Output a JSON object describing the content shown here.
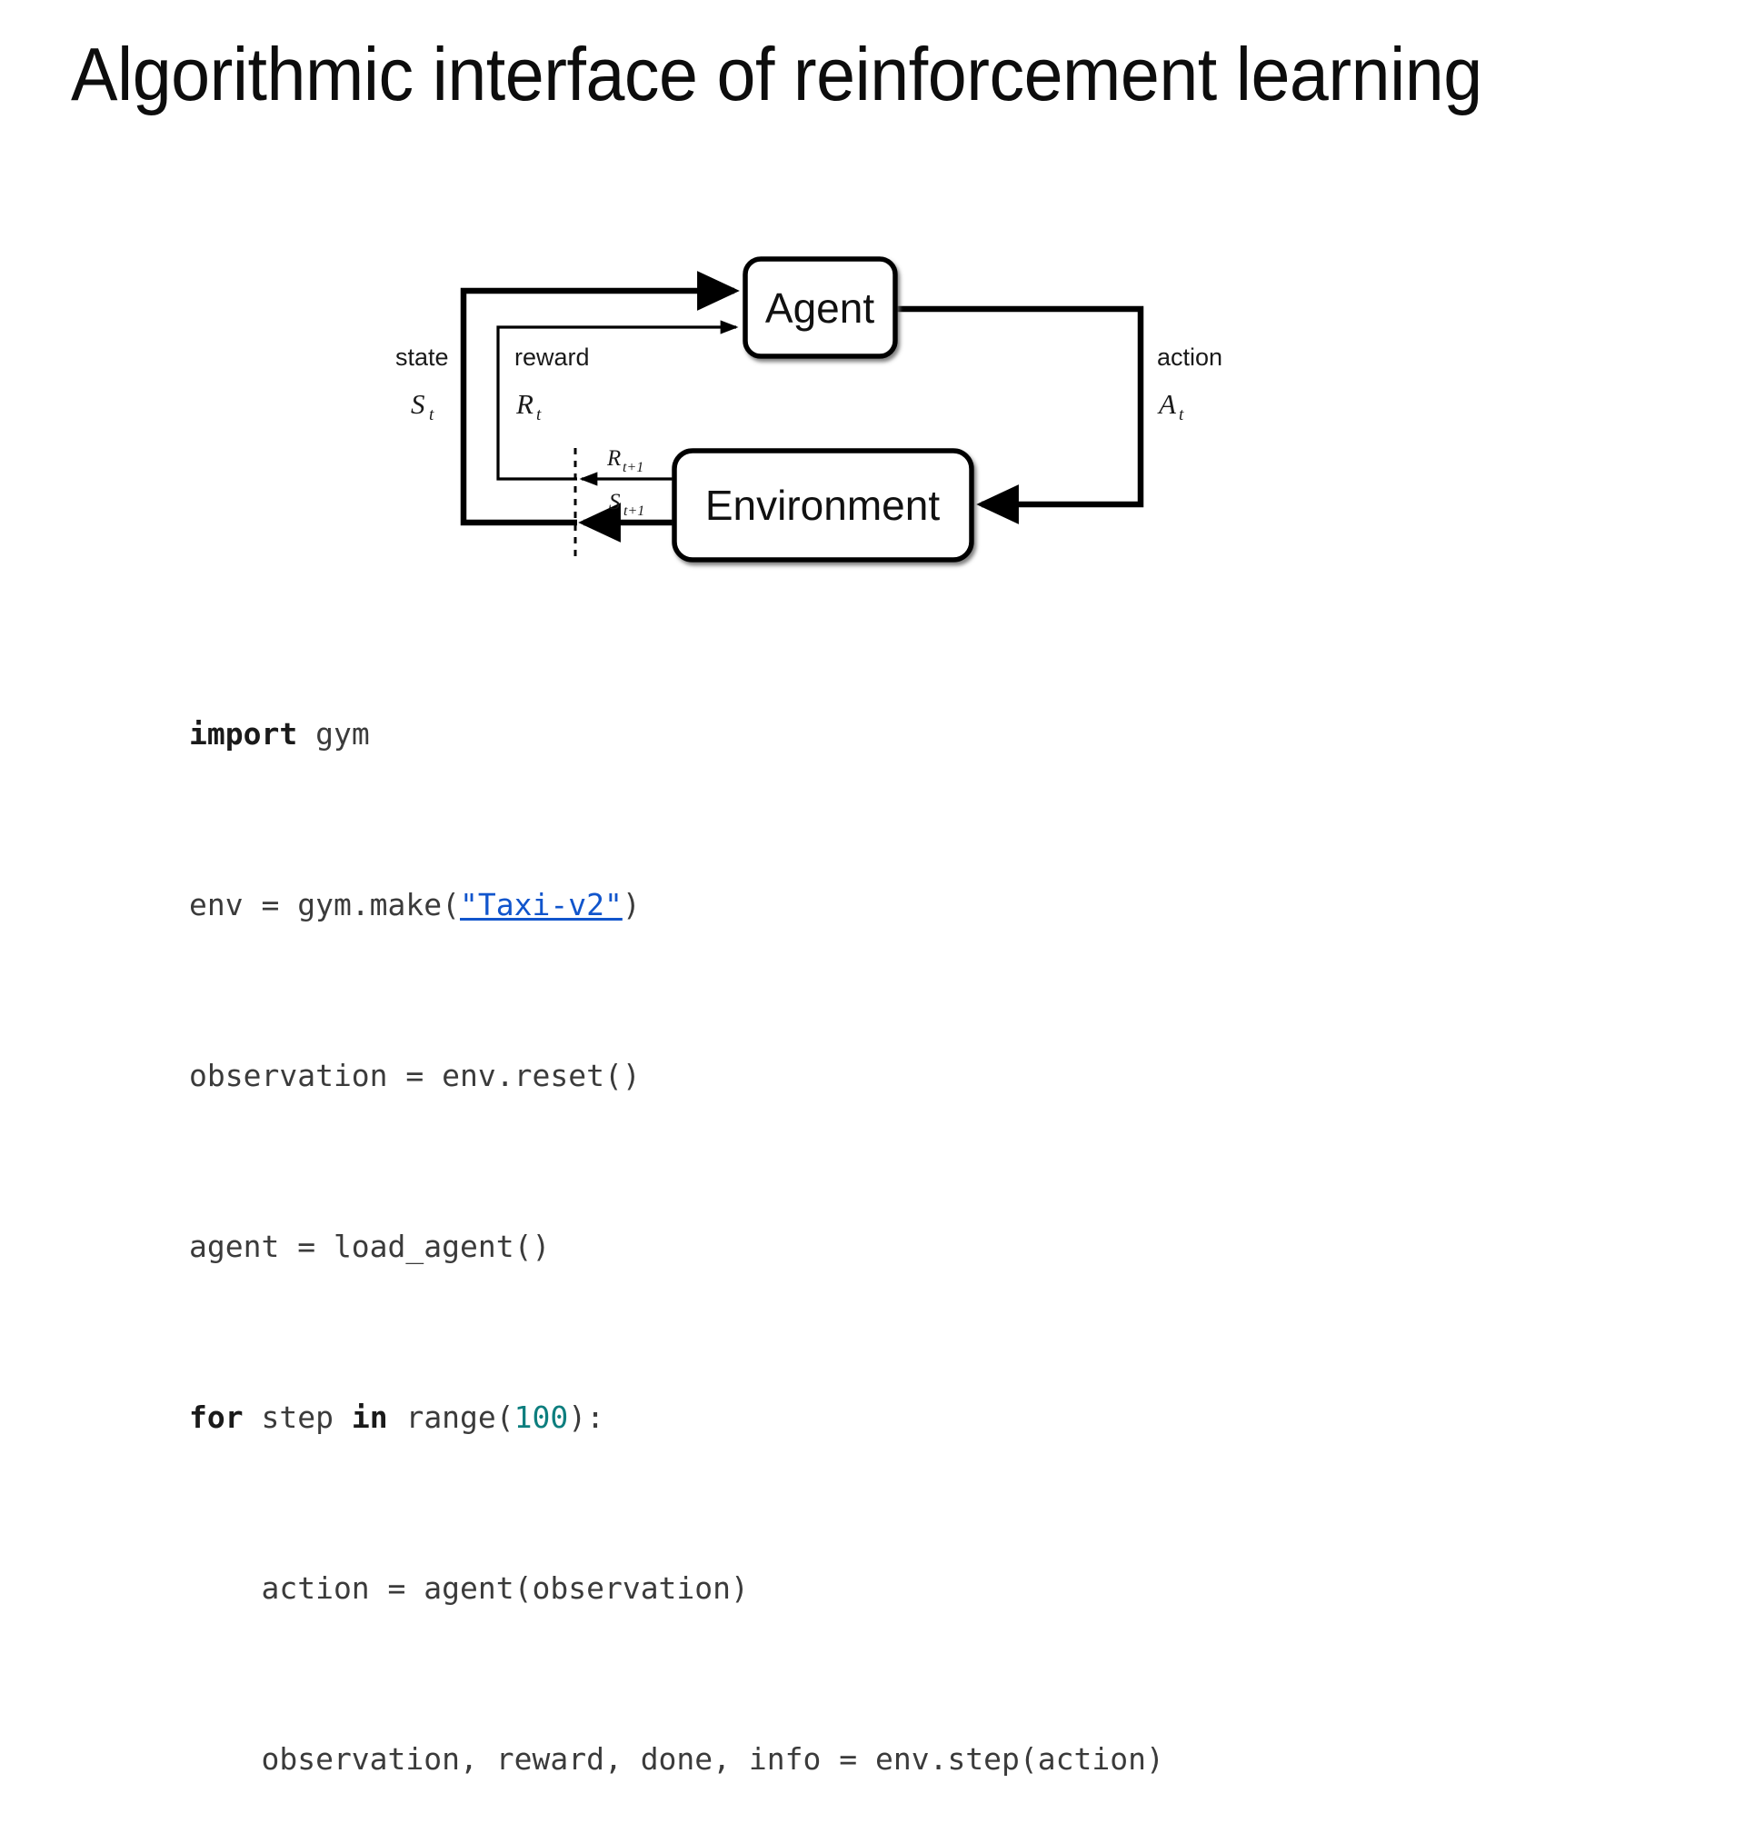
{
  "slide": {
    "title": "Algorithmic interface of reinforcement learning",
    "background_color": "#ffffff",
    "text_color": "#0d0d0d"
  },
  "diagram": {
    "type": "agent-environment-loop",
    "nodes": [
      {
        "id": "agent",
        "label": "Agent"
      },
      {
        "id": "environment",
        "label": "Environment"
      }
    ],
    "edges": [
      {
        "id": "state",
        "word": "state",
        "symbol": "S",
        "subscript": "t",
        "from": "environment",
        "to": "agent",
        "weight": "thick"
      },
      {
        "id": "reward",
        "word": "reward",
        "symbol": "R",
        "subscript": "t",
        "from": "environment",
        "to": "agent",
        "weight": "thin"
      },
      {
        "id": "action",
        "word": "action",
        "symbol": "A",
        "subscript": "t",
        "from": "agent",
        "to": "environment",
        "weight": "thick"
      },
      {
        "id": "next-reward",
        "word": "",
        "symbol": "R",
        "subscript": "t+1",
        "from": "environment",
        "to": "boundary",
        "weight": "thin"
      },
      {
        "id": "next-state",
        "word": "",
        "symbol": "S",
        "subscript": "t+1",
        "from": "environment",
        "to": "boundary",
        "weight": "thick"
      }
    ],
    "boundary": {
      "style": "dashed",
      "color": "#000000"
    },
    "stroke_color": "#000000",
    "fill_color": "#ffffff"
  },
  "code": {
    "language": "python",
    "link_color": "#1155cc",
    "number_color": "#0d7e7e",
    "text_color": "#3b3b3b",
    "lines": [
      {
        "id": "l1",
        "text": "import gym"
      },
      {
        "id": "l2",
        "text": "env = gym.make(\"Taxi-v2\")"
      },
      {
        "id": "l3",
        "text": "observation = env.reset()"
      },
      {
        "id": "l4",
        "text": "agent = load_agent()"
      },
      {
        "id": "l5",
        "text": "for step in range(100):"
      },
      {
        "id": "l6",
        "text": "    action = agent(observation)"
      },
      {
        "id": "l7",
        "text": "    observation, reward, done, info = env.step(action)"
      }
    ],
    "tokens": {
      "kw_import": "import",
      "kw_for": "for",
      "kw_in": "in",
      "link_env_id": "\"Taxi-v2\"",
      "literal_100": "100",
      "l1_rest": " gym",
      "l2_head": "env = gym.make(",
      "l2_tail": ")",
      "l3_all": "observation = env.reset()",
      "l4_all": "agent = load_agent()",
      "l5_a": " step ",
      "l5_b": " range(",
      "l5_c": "):",
      "l6_all": "    action = agent(observation)",
      "l7_all": "    observation, reward, done, info = env.step(action)"
    }
  }
}
